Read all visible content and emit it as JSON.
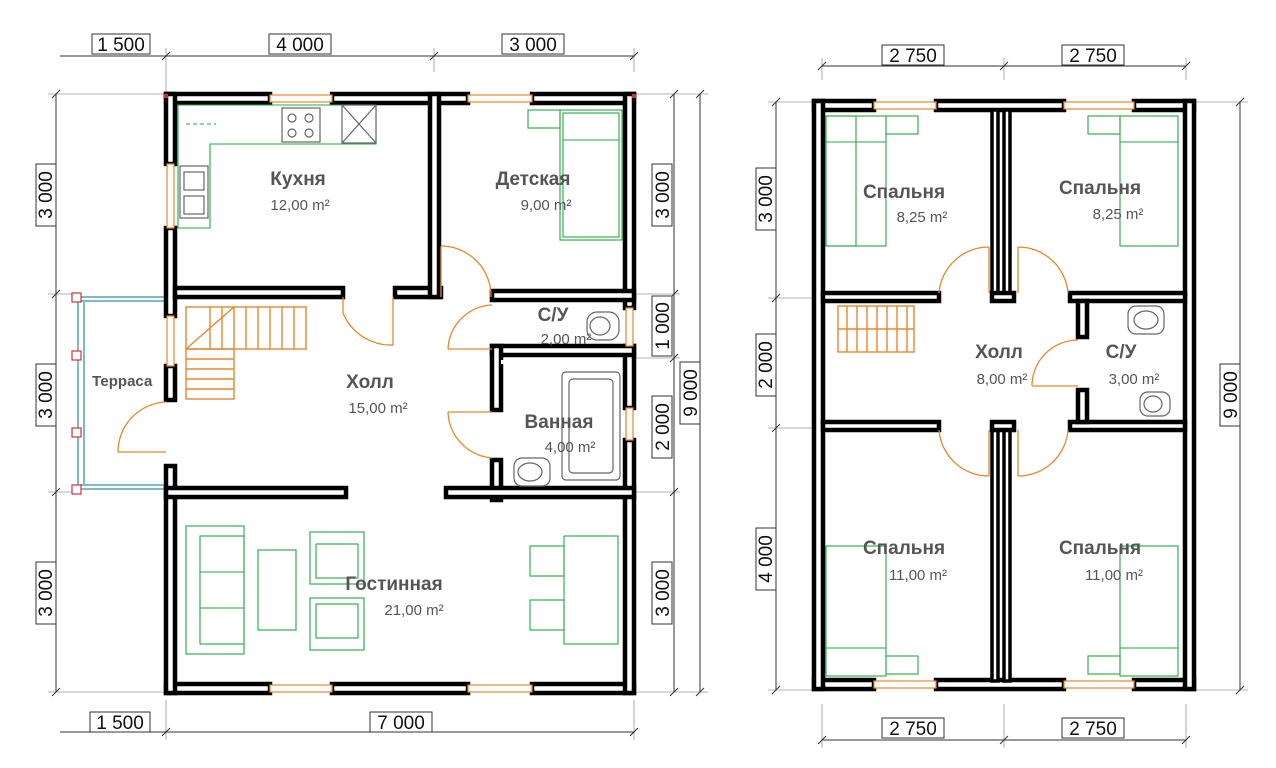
{
  "ground_floor": {
    "rooms": [
      {
        "name": "Кухня",
        "area": "12,00 m²"
      },
      {
        "name": "Детская",
        "area": "9,00 m²"
      },
      {
        "name": "С/У",
        "area": "2,00 m²"
      },
      {
        "name": "Холл",
        "area": "15,00 m²"
      },
      {
        "name": "Ванная",
        "area": "4,00 m²"
      },
      {
        "name": "Гостинная",
        "area": "21,00 m²"
      }
    ],
    "terrace_label": "Терраса",
    "dims": {
      "top": [
        "1 500",
        "4 000",
        "3 000"
      ],
      "bottom": [
        "1 500",
        "7 000"
      ],
      "left": [
        "3 000",
        "3 000",
        "3 000"
      ],
      "right": [
        "3 000",
        "1 000",
        "2 000",
        "3 000"
      ],
      "right_total": "9 000"
    }
  },
  "upper_floor": {
    "rooms": [
      {
        "name": "Спальня",
        "area": "8,25 m²"
      },
      {
        "name": "Спальня",
        "area": "8,25 m²"
      },
      {
        "name": "Холл",
        "area": "8,00 m²"
      },
      {
        "name": "С/У",
        "area": "3,00 m²"
      },
      {
        "name": "Спальня",
        "area": "11,00 m²"
      },
      {
        "name": "Спальня",
        "area": "11,00 m²"
      }
    ],
    "dims": {
      "top": [
        "2 750",
        "2 750"
      ],
      "bottom": [
        "2 750",
        "2 750"
      ],
      "left": [
        "3 000",
        "2 000",
        "4 000"
      ],
      "right_total": "9 000"
    }
  },
  "colors": {
    "wall": "#000000",
    "door_window": "#e8872c",
    "furniture": "#22aa44",
    "terrace": "#7fb8c8",
    "label": "#555555"
  }
}
